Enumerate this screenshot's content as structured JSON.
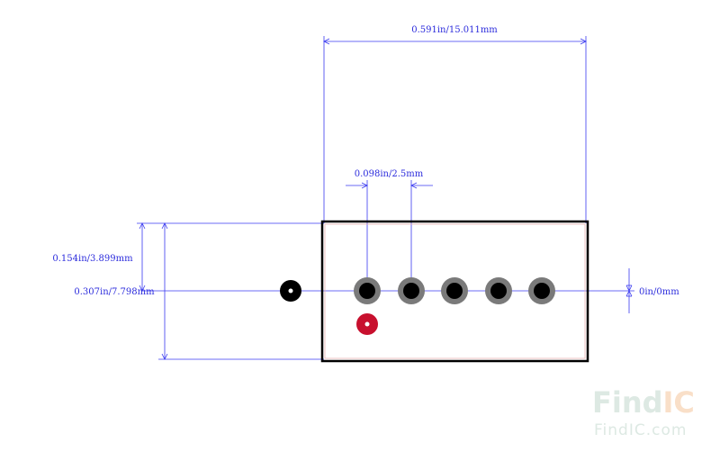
{
  "dimensions": {
    "width_total": "0.591in/15.011mm",
    "pitch": "0.098in/2.5mm",
    "half_height": "0.154in/3.899mm",
    "full_height": "0.307in/7.798mm",
    "offset": "0in/0mm"
  },
  "logo": {
    "find": "Find",
    "ic": "IC",
    "url": "FindIC.com"
  },
  "colors": {
    "dimension": "#3a3af0",
    "outline": "#000000",
    "pad_ring": "#7a7a7a",
    "pad_hole": "#000000",
    "marker": "#c8102e",
    "logo_find": "#dde9e3",
    "logo_ic": "#f9dfc8"
  },
  "pads": {
    "count": 5,
    "pin_label_hidden": true
  }
}
